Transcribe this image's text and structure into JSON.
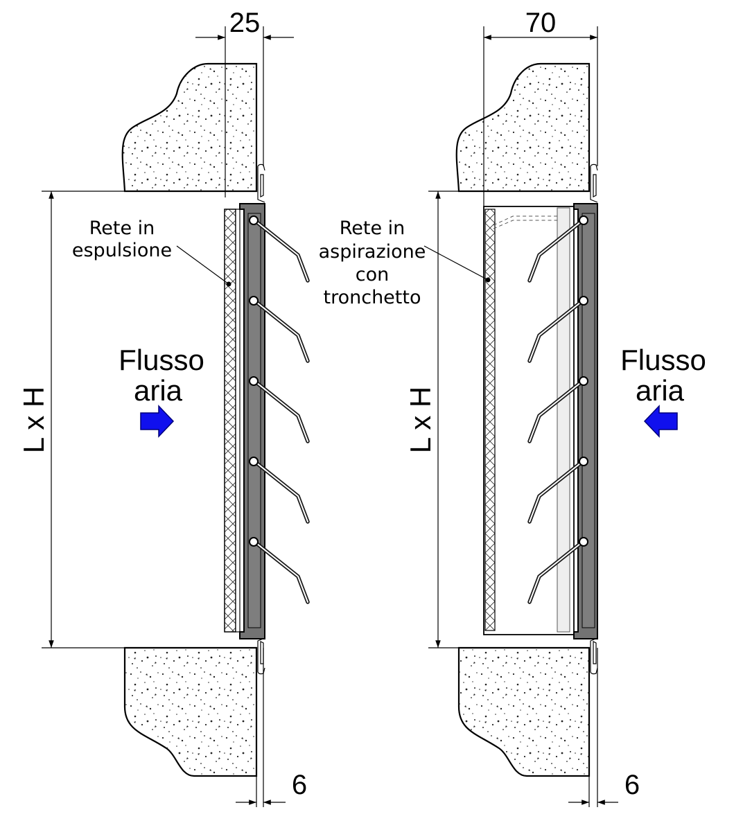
{
  "left_section": {
    "top_dimension": "25",
    "bottom_dimension": "6",
    "size_label": "L x H",
    "net_label_line1": "Rete in",
    "net_label_line2": "espulsione",
    "flow_line1": "Flusso",
    "flow_line2": "aria"
  },
  "right_section": {
    "top_dimension": "70",
    "bottom_dimension": "6",
    "size_label": "L x H",
    "net_label_line1": "Rete in",
    "net_label_line2": "aspirazione",
    "net_label_line3": "con",
    "net_label_line4": "tronchetto",
    "flow_line1": "Flusso",
    "flow_line2": "aria"
  },
  "colors": {
    "frame": "#737373",
    "arrow": "#1010ee",
    "line": "#000000"
  },
  "icons": {
    "left_arrow": "arrow-right-icon",
    "right_arrow": "arrow-left-icon"
  }
}
